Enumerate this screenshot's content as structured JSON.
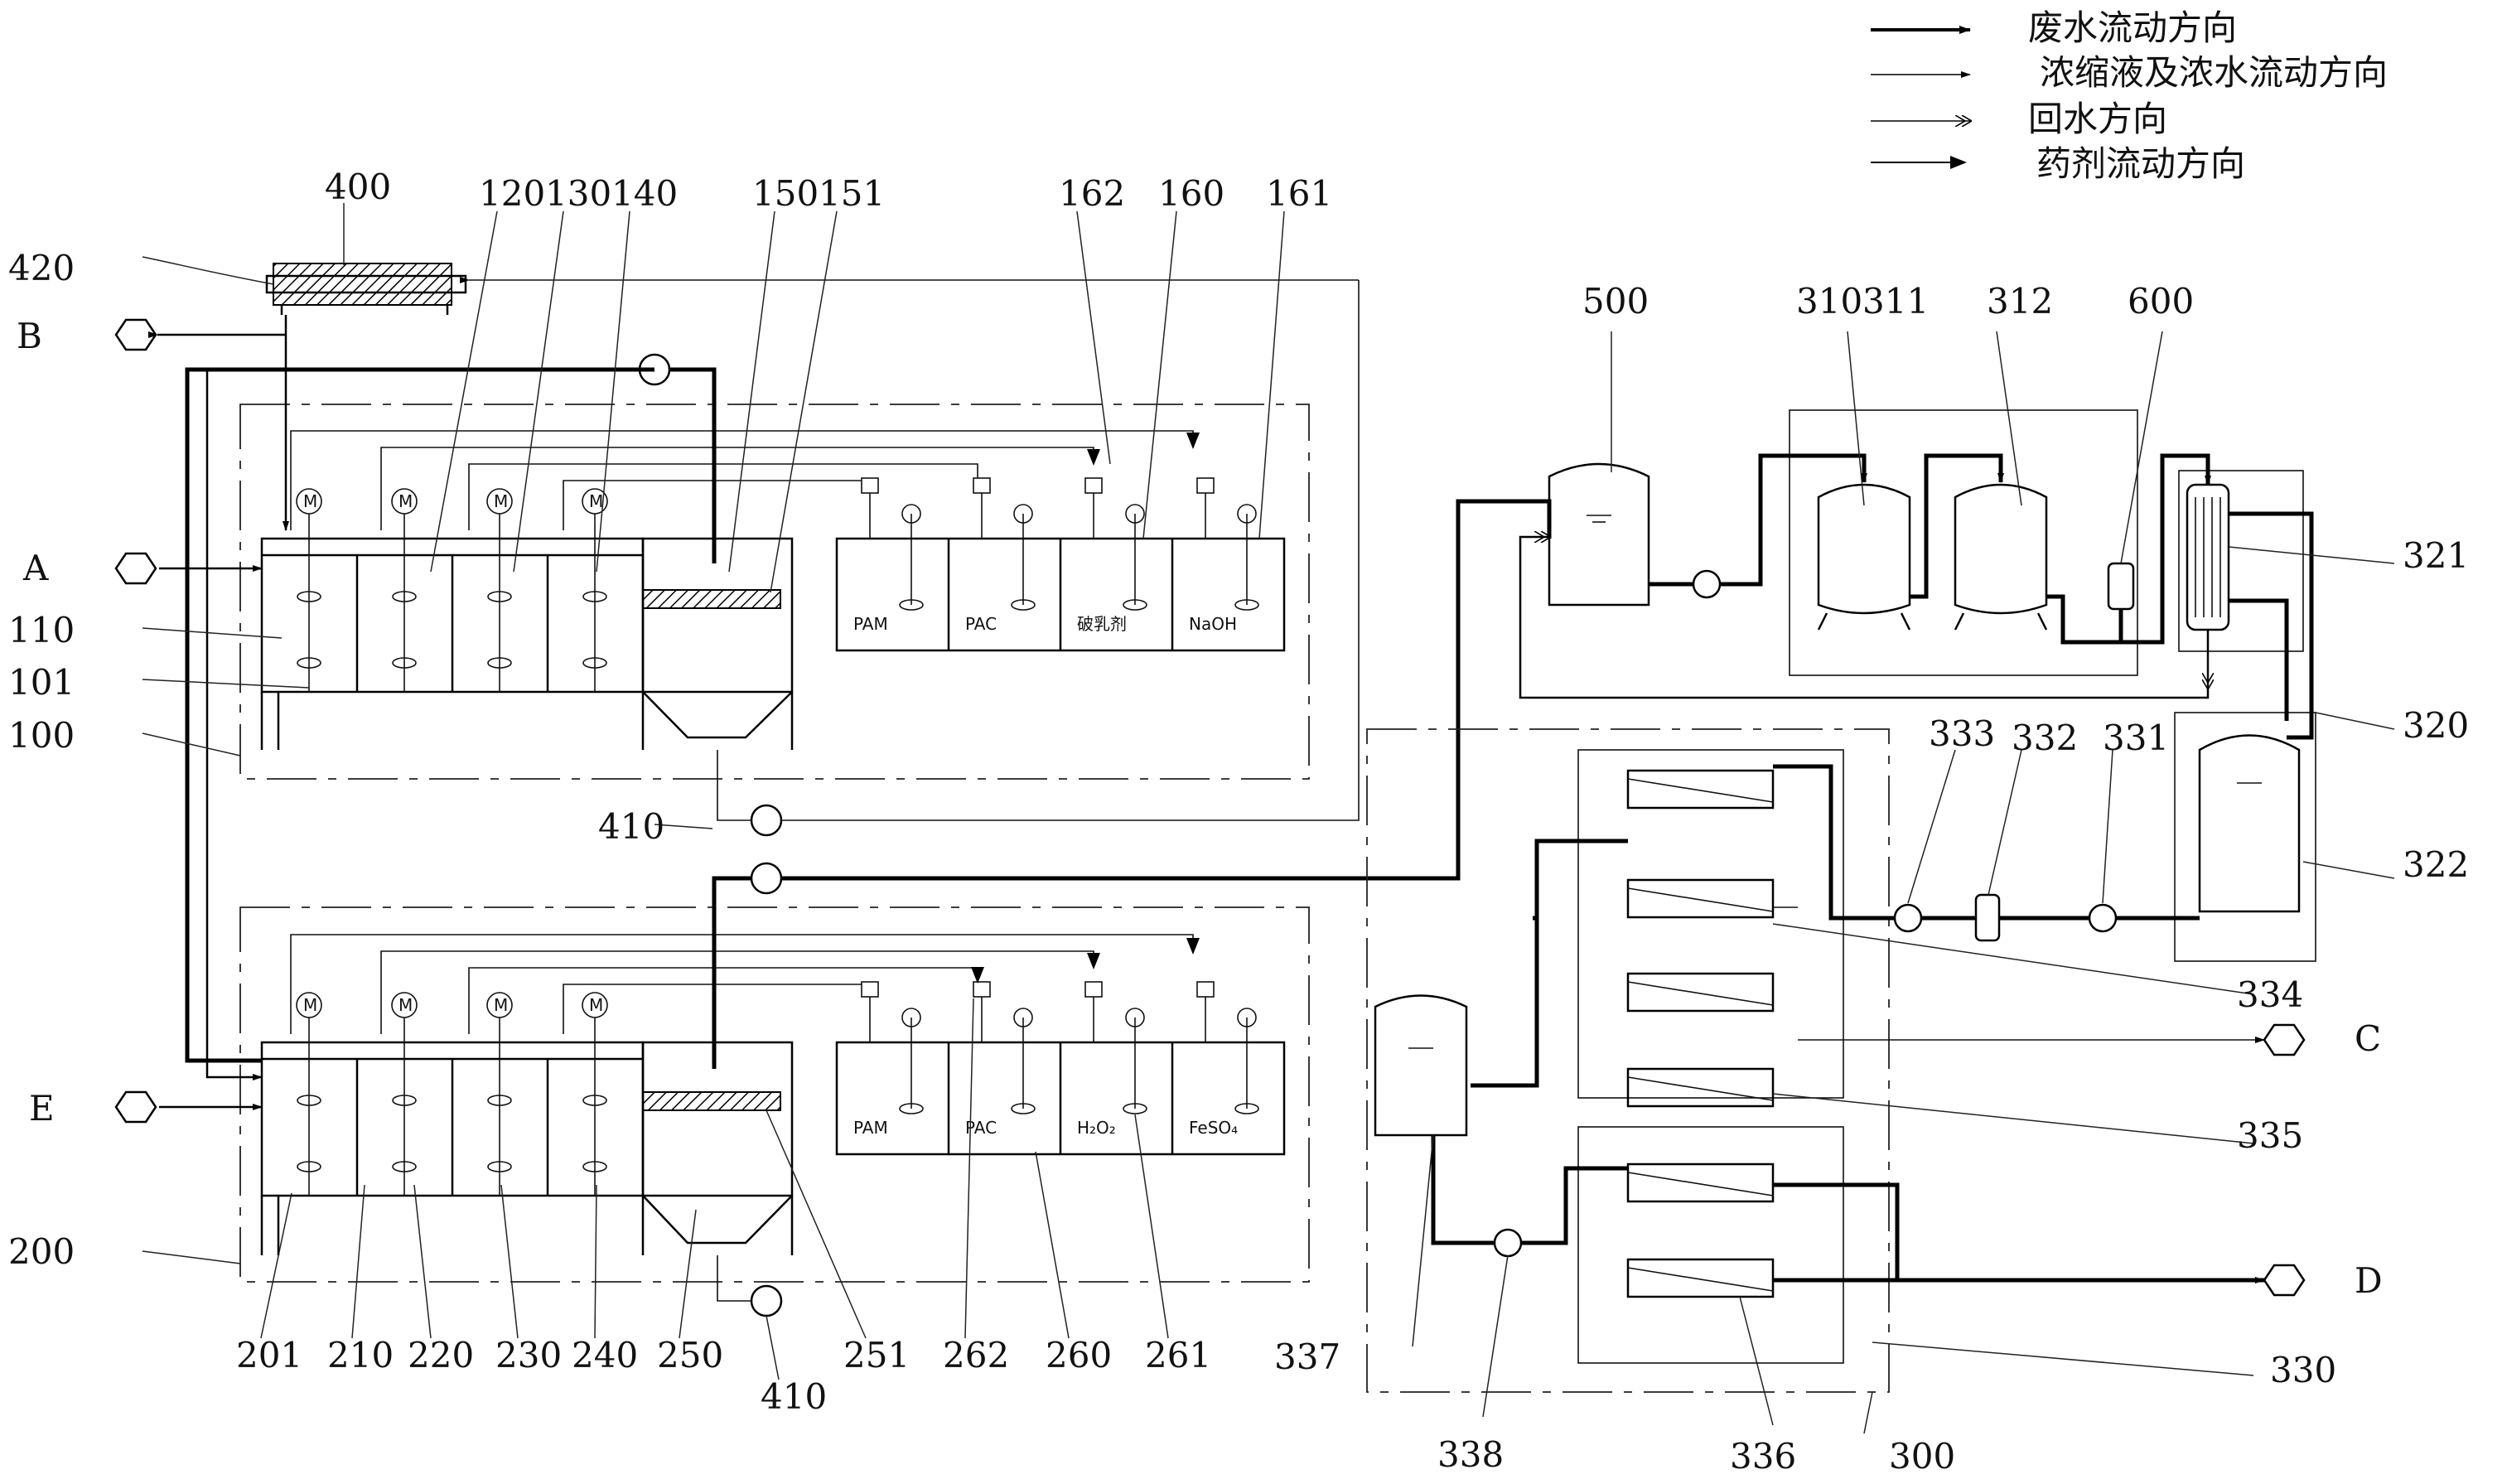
{
  "legend": [
    {
      "label": "废水流动方向",
      "style": "thick-arrow"
    },
    {
      "label": "浓缩液及浓水流动方向",
      "style": "thin-arrow"
    },
    {
      "label": "回水方向",
      "style": "double-chevron"
    },
    {
      "label": "药剂流动方向",
      "style": "filled-arrow"
    }
  ],
  "terminals": {
    "A": "A",
    "B": "B",
    "C": "C",
    "D": "D",
    "E": "E"
  },
  "part_numbers": {
    "p400": "400",
    "p420": "420",
    "p120": "120",
    "p130": "130",
    "p140": "140",
    "p150": "150",
    "p151": "151",
    "p162": "162",
    "p160": "160",
    "p161": "161",
    "p110": "110",
    "p101": "101",
    "p100": "100",
    "p410a": "410",
    "p410b": "410",
    "p500": "500",
    "p310": "310",
    "p311": "311",
    "p312": "312",
    "p600": "600",
    "p321": "321",
    "p320": "320",
    "p322": "322",
    "p333": "333",
    "p332": "332",
    "p331": "331",
    "p334": "334",
    "p335": "335",
    "p330": "330",
    "p337": "337",
    "p338": "338",
    "p336": "336",
    "p300": "300",
    "p200": "200",
    "p201": "201",
    "p210": "210",
    "p220": "220",
    "p230": "230",
    "p240": "240",
    "p250": "250",
    "p251": "251",
    "p262": "262",
    "p260": "260",
    "p261": "261"
  },
  "dosing_tanks_upper": [
    "PAM",
    "PAC",
    "破乳剂",
    "NaOH"
  ],
  "dosing_tanks_lower": [
    "PAM",
    "PAC",
    "H₂O₂",
    "FeSO₄"
  ],
  "motor_symbol": "M",
  "colors": {
    "line": "#000000",
    "background": "#ffffff"
  }
}
